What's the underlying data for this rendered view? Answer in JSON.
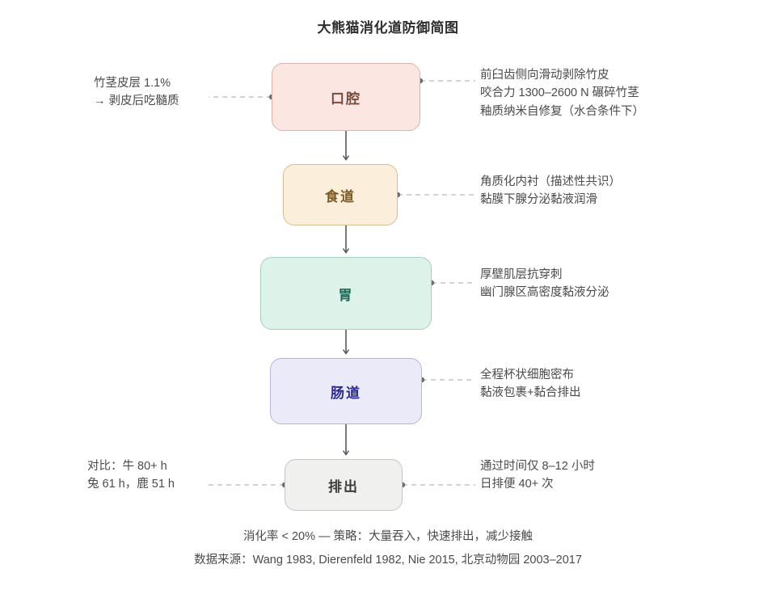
{
  "title": "大熊猫消化道防御简图",
  "flow": {
    "nodes": [
      {
        "id": "mouth",
        "label": "口腔"
      },
      {
        "id": "esophagus",
        "label": "食道"
      },
      {
        "id": "stomach",
        "label": "胃"
      },
      {
        "id": "intestine",
        "label": "肠道"
      },
      {
        "id": "excrete",
        "label": "排出"
      }
    ]
  },
  "annotations": {
    "mouth_left": "竹茎皮层 1.1%\n→ 剥皮后吃髓质",
    "mouth_right": "前臼齿侧向滑动剥除竹皮\n咬合力 1300–2600 N 碾碎竹茎\n釉质纳米自修复（水合条件下）",
    "esophagus_right": "角质化内衬（描述性共识）\n黏膜下腺分泌黏液润滑",
    "stomach_right": "厚壁肌层抗穿刺\n幽门腺区高密度黏液分泌",
    "intestine_right": "全程杯状细胞密布\n黏液包裹+黏合排出",
    "excrete_left": "对比：牛 80+ h\n兔 61 h，鹿 51 h",
    "excrete_right": "通过时间仅 8–12 小时\n日排便 40+ 次"
  },
  "footer": {
    "strategy": "消化率 < 20% — 策略：大量吞入，快速排出，减少接触",
    "sources": "数据来源：Wang 1983, Dierenfeld 1982, Nie 2015, 北京动物园 2003–2017"
  },
  "colors": {
    "mouth_fill": "#fbe6e2",
    "mouth_border": "#d9b3ac",
    "mouth_text": "#7a4a3a",
    "esophagus_fill": "#fbeedb",
    "esophagus_border": "#d9bd8e",
    "esophagus_text": "#7d5a22",
    "stomach_fill": "#ddf2e8",
    "stomach_border": "#a4cfbe",
    "stomach_text": "#1f6a58",
    "intestine_fill": "#eaeaf8",
    "intestine_border": "#b5b5d8",
    "intestine_text": "#2b2b8f",
    "excrete_fill": "#f0f0ee",
    "excrete_border": "#c4c4c0",
    "excrete_text": "#3c3c3c",
    "arrow": "#595959",
    "leader_line": "#b9b9b9",
    "background": "#ffffff"
  }
}
